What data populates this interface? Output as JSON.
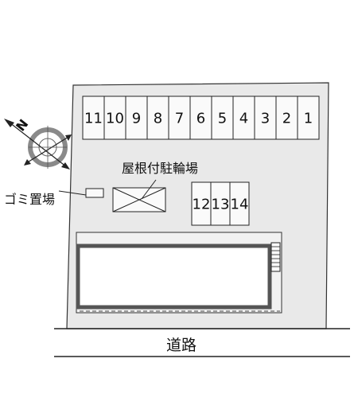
{
  "parking_row_top": [
    "11",
    "10",
    "9",
    "8",
    "7",
    "6",
    "5",
    "4",
    "3",
    "2",
    "1"
  ],
  "parking_row_mid": [
    "12",
    "13",
    "14"
  ],
  "labels": {
    "covered_bicycle_parking": "屋根付駐輪場",
    "garbage_area": "ゴミ置場",
    "road": "道路",
    "north": "N"
  },
  "colors": {
    "site": "#e9e9e9",
    "lines": "#222222",
    "building_border": "#555555",
    "compass_ring": "#8a8a8a"
  }
}
